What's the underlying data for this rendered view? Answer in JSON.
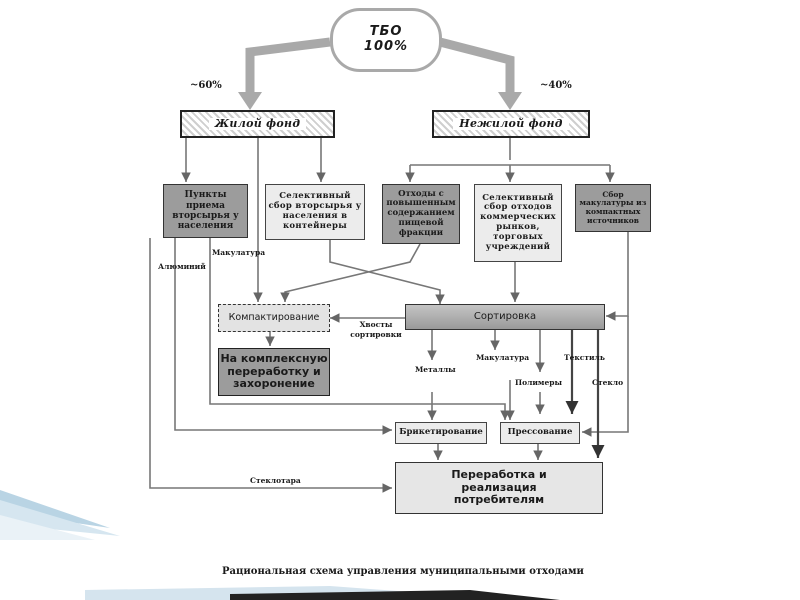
{
  "root": {
    "line1": "ТБО",
    "line2": "100%"
  },
  "shares": {
    "left": "~60%",
    "right": "~40%"
  },
  "sectors": {
    "residential": "Жилой фонд",
    "nonresidential": "Нежилой фонд"
  },
  "sources": {
    "collection_points": "Пункты приема вторсырья у населения",
    "selective_containers": "Селективный сбор вторсырья у населения в контейнеры",
    "food_waste": "Отходы с повышенным содержанием пищевой фракции",
    "commercial_selective": "Селективный сбор отходов коммерческих рынков, торговых учреждений",
    "paper_collection": "Сбор макулатуры из компактных источников"
  },
  "process": {
    "compaction": "Компактирование",
    "sorting": "Сортировка",
    "disposal": "На комплексную переработку и захоронение",
    "briquetting": "Брикетирование",
    "pressing": "Прессование",
    "consumers": "Переработка и реализация потребителям"
  },
  "flow_labels": {
    "paper_left": "Макулатура",
    "aluminium": "Алюминий",
    "sorting_tails": "Хвосты сортировки",
    "metals": "Металлы",
    "paper_mid": "Макулатура",
    "polymers": "Полимеры",
    "textile": "Текстиль",
    "glass": "Стекло",
    "glass_container": "Стеклотара"
  },
  "caption": "Рациональная схема управления муниципальными отходами"
}
